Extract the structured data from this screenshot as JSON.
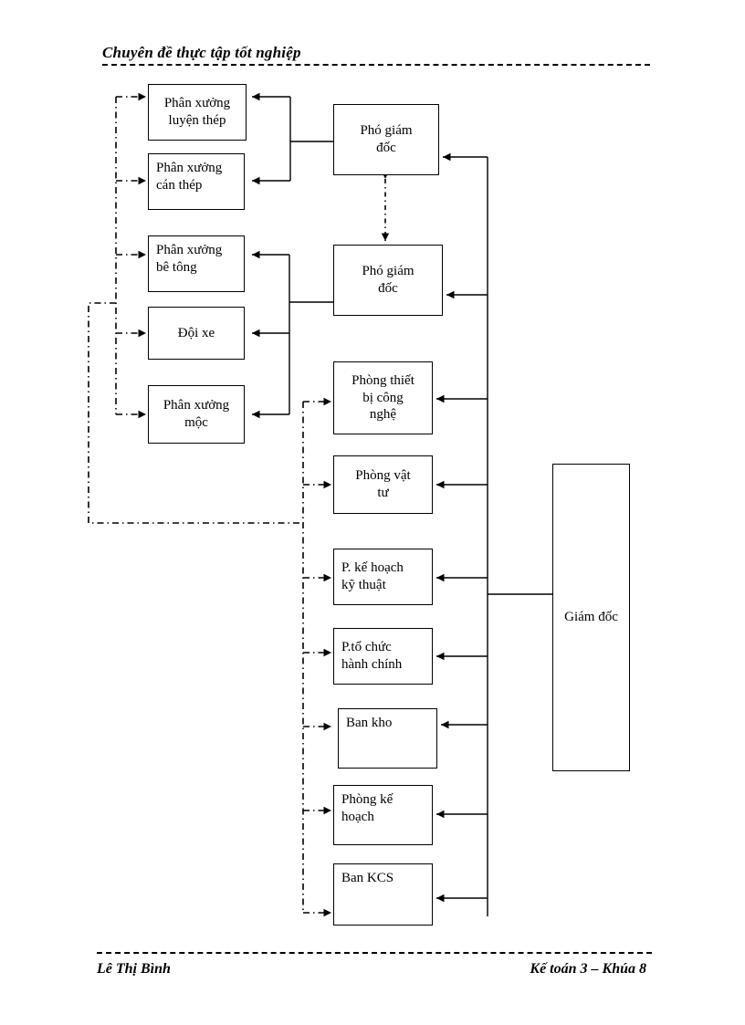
{
  "page": {
    "header_title": "Chuyên đề thực tập tốt nghiệp",
    "footer_left": "Lê Thị Bình",
    "footer_right": "Kế toán 3 – Khúa 8"
  },
  "diagram": {
    "type": "organizational-chart",
    "nodes": {
      "director": "Giám đốc",
      "deputy_director_1": "Phó giám\nđốc",
      "deputy_director_2": "Phó giám\nđốc",
      "workshop_steel_smelting": "Phân xưởng\nluyện  thép",
      "workshop_steel_rolling": "Phân xưởng\ncán thép",
      "workshop_concrete": "Phân xưởng\nbê tông",
      "vehicle_team": "Đội xe",
      "workshop_carpentry": "Phân xưởng\nmộc",
      "dept_tech_equipment": "Phòng thiết\nbị công\nnghệ",
      "dept_materials": "Phòng vật\ntư",
      "dept_technical_planning": "P. kế hoạch\nkỹ thuật",
      "dept_admin_organization": "P.tổ chức\nhành chính",
      "dept_warehouse": "Ban kho",
      "dept_planning": "Phòng kế\nhoạch",
      "dept_kcs": "Ban KCS"
    },
    "colors": {
      "line": "#000000",
      "box_border": "#000000",
      "background": "#ffffff",
      "text": "#000000"
    }
  }
}
